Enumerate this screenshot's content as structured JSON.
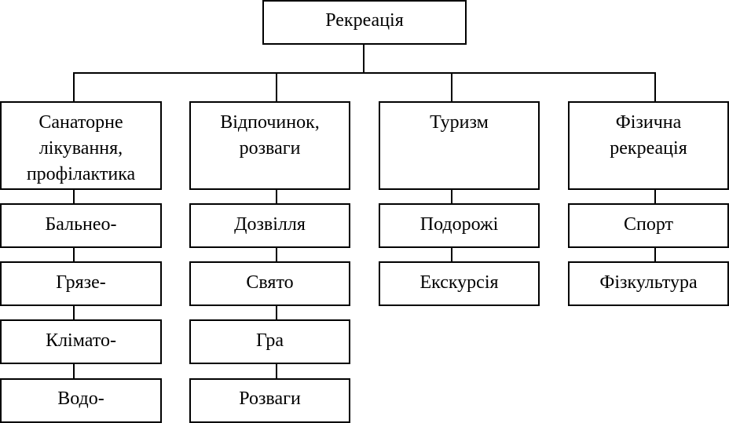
{
  "root": {
    "label": "Рекреація"
  },
  "categories": [
    {
      "title_lines": [
        "Санаторне",
        "лікування,",
        "профілактика"
      ],
      "children": [
        "Бальнео-",
        "Грязе-",
        "Клімато-",
        "Водо-"
      ]
    },
    {
      "title_lines": [
        "Відпочинок,",
        "розваги"
      ],
      "children": [
        "Дозвілля",
        "Свято",
        "Гра",
        "Розваги"
      ]
    },
    {
      "title_lines": [
        "Туризм"
      ],
      "children": [
        "Подорожі",
        "Екскурсія"
      ]
    },
    {
      "title_lines": [
        "Фізична",
        "рекреація"
      ],
      "children": [
        "Спорт",
        "Фізкультура"
      ]
    }
  ]
}
